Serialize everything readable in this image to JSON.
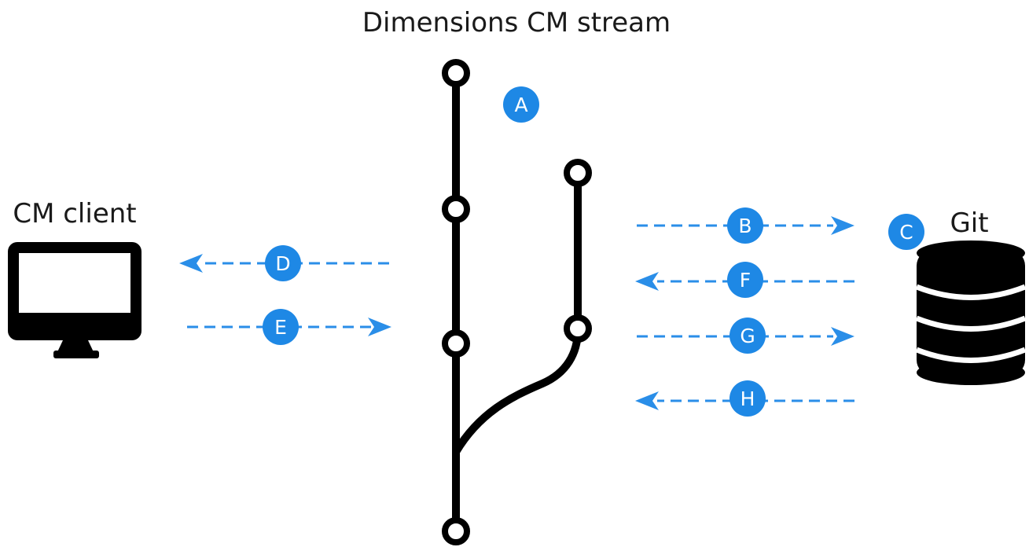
{
  "labels": {
    "stream_title": "Dimensions CM stream",
    "client_title": "CM client",
    "git_title": "Git"
  },
  "badges": {
    "a": "A",
    "b": "B",
    "c": "C",
    "d": "D",
    "e": "E",
    "f": "F",
    "g": "G",
    "h": "H"
  },
  "icons": {
    "client": "monitor-icon",
    "git": "database-icon"
  },
  "colors": {
    "accent": "#1e88e5",
    "arrow": "#2a8ee8",
    "line": "#000000"
  }
}
